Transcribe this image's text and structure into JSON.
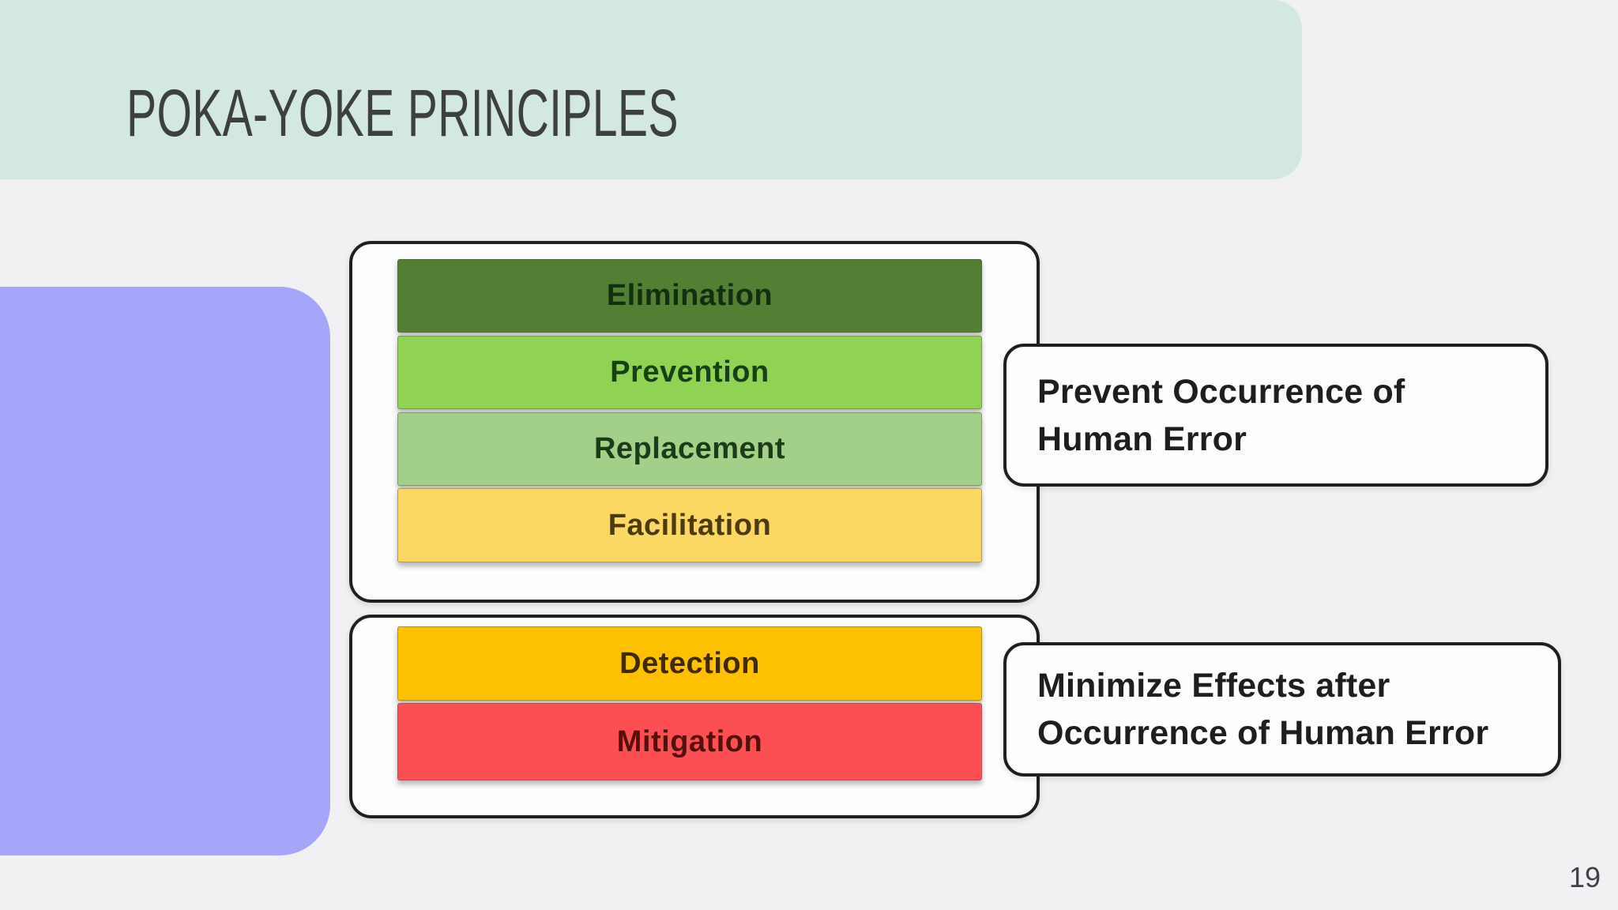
{
  "slide": {
    "title": "POKA-YOKE PRINCIPLES",
    "page_number": "19"
  },
  "colors": {
    "page_background": "#f1f1f3",
    "header_band": "#d3e8e1",
    "title_text": "#3d403d",
    "accent_panel": "#a5a6fa",
    "box_outline": "#1f1f1f"
  },
  "diagram": {
    "groups": [
      {
        "id": "prevention-group",
        "bars": [
          {
            "label": "Elimination",
            "bg": "#527f33",
            "fg": "#12300f"
          },
          {
            "label": "Prevention",
            "bg": "#8fd254",
            "fg": "#174016"
          },
          {
            "label": "Replacement",
            "bg": "#a3d089",
            "fg": "#1c3c18"
          },
          {
            "label": "Facilitation",
            "bg": "#fbd863",
            "fg": "#4c3b0d"
          }
        ],
        "callout": {
          "line1": "Prevent Occurrence of",
          "line2": "Human Error"
        }
      },
      {
        "id": "mitigation-group",
        "bars": [
          {
            "label": "Detection",
            "bg": "#fdc102",
            "fg": "#3f2a04"
          },
          {
            "label": "Mitigation",
            "bg": "#fc4f53",
            "fg": "#55100c"
          }
        ],
        "callout": {
          "line1": "Minimize Effects after",
          "line2": "Occurrence of Human Error"
        }
      }
    ]
  }
}
